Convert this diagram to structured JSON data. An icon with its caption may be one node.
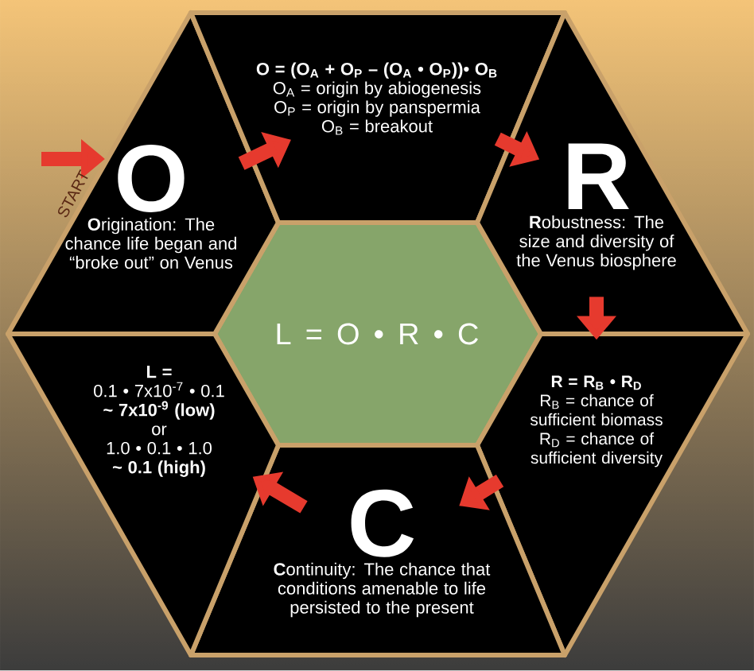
{
  "diagram": {
    "nodes": [
      {
        "text": [
          "L = O • R • C"
        ]
      },
      {
        "text": [
          "O",
          "**O**rigination: The chance life began and “broke out” on Venus"
        ]
      },
      {
        "text": [
          "O = (O$_{A}$ + O$_{P}$ – (O$_{A}$ • O$_{P}$))• O$_{B}$",
          "O$_{A}$ = origin by abiogenesis",
          "O$_{P}$ = origin by panspermia",
          "O$_{B}$ = breakout"
        ]
      },
      {
        "text": [
          "R",
          "**R**obustness: The size and diversity of the Venus biosphere"
        ]
      },
      {
        "text": [
          "R = R$_{B}$ • R$_{D}$",
          "R$_{B}$ = chance of sufficient biomass",
          "R$_{D}$ = chance of sufficient diversity"
        ]
      },
      {
        "text": [
          "C",
          "**C**ontinuity: The chance that conditions amenable to life persisted to the present"
        ]
      },
      {
        "text": [
          "L =",
          "0.1 • 7x10$^{-7}$ • 0.1",
          "~ 7x10$^{-9}$ (low)",
          "or",
          "1.0 • 0.1 • 1.0",
          "~ 0.1 (high)"
        ]
      }
    ],
    "edges": [
      {
        "from": null,
        "to": 1,
        "arrow": "to",
        "label": "START"
      },
      {
        "from": 1,
        "to": 2,
        "arrow": "to"
      },
      {
        "from": 2,
        "to": 3,
        "arrow": "to"
      },
      {
        "from": 3,
        "to": 4,
        "arrow": "to"
      },
      {
        "from": 4,
        "to": 5,
        "arrow": "to"
      },
      {
        "from": 5,
        "to": 6,
        "arrow": "to"
      }
    ]
  }
}
